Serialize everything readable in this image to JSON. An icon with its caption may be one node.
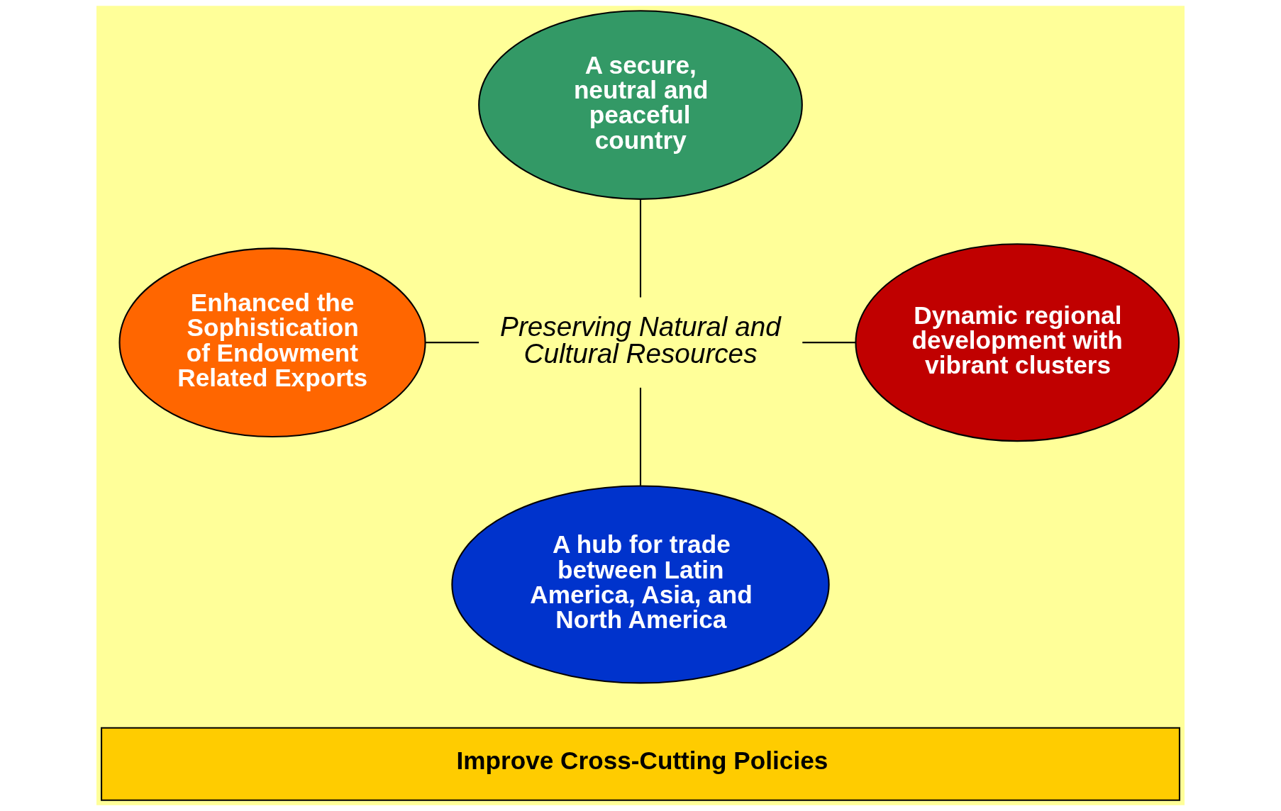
{
  "diagram": {
    "nodes": [
      {
        "text": [
          "A secure, neutral and peaceful country"
        ]
      },
      {
        "text": [
          "Enhanced the Sophistication of Endowment Related Exports"
        ]
      },
      {
        "text": [
          "Preserving Natural and Cultural Resources"
        ]
      },
      {
        "text": [
          "Dynamic regional development with vibrant clusters"
        ]
      },
      {
        "text": [
          "A hub for trade between Latin America, Asia, and North America"
        ]
      },
      {
        "text": [
          "Improve Cross-Cutting Policies"
        ]
      }
    ],
    "edges": [
      {
        "from": 0,
        "to": 2,
        "arrow": "none"
      },
      {
        "from": 1,
        "to": 2,
        "arrow": "none"
      },
      {
        "from": 2,
        "to": 3,
        "arrow": "none"
      },
      {
        "from": 2,
        "to": 4,
        "arrow": "none"
      }
    ]
  }
}
